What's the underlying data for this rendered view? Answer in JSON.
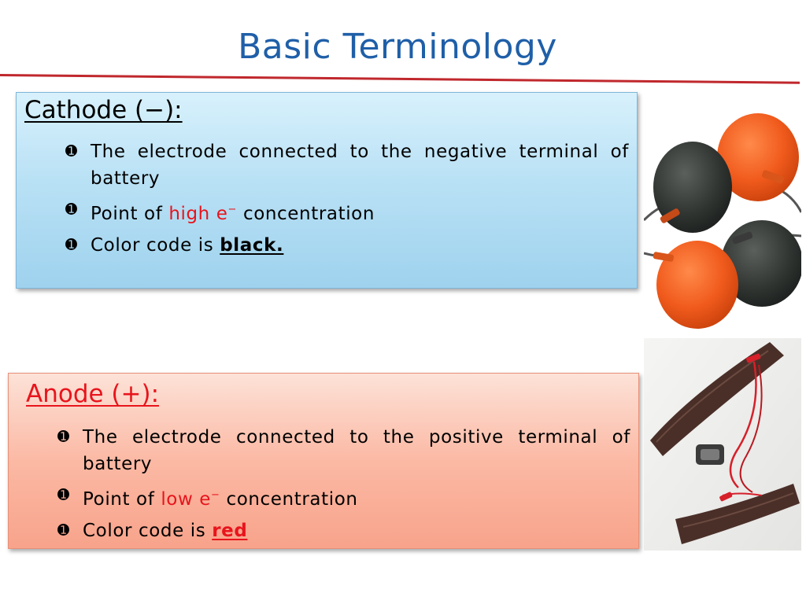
{
  "slide": {
    "title": "Basic Terminology"
  },
  "cathode": {
    "heading": "Cathode (−):",
    "bullet_glyph": "➊",
    "points": [
      {
        "text": "The electrode connected to the negative terminal of battery"
      },
      {
        "prefix": "Point of ",
        "highlight": "high e",
        "sup": "−",
        "suffix": " concentration"
      },
      {
        "prefix": "Color code is ",
        "emphasis": "black."
      }
    ]
  },
  "anode": {
    "heading": "Anode (+):",
    "bullet_glyph": "➊",
    "points": [
      {
        "text": "The electrode connected to the positive terminal of battery"
      },
      {
        "prefix": "Point of ",
        "highlight": "low e",
        "sup": "−",
        "suffix": " concentration"
      },
      {
        "prefix": "Color code is ",
        "emphasis": "red"
      }
    ]
  },
  "colors": {
    "title": "#1f5fa8",
    "rule": "#c0282d",
    "highlight_red": "#e8141c"
  }
}
